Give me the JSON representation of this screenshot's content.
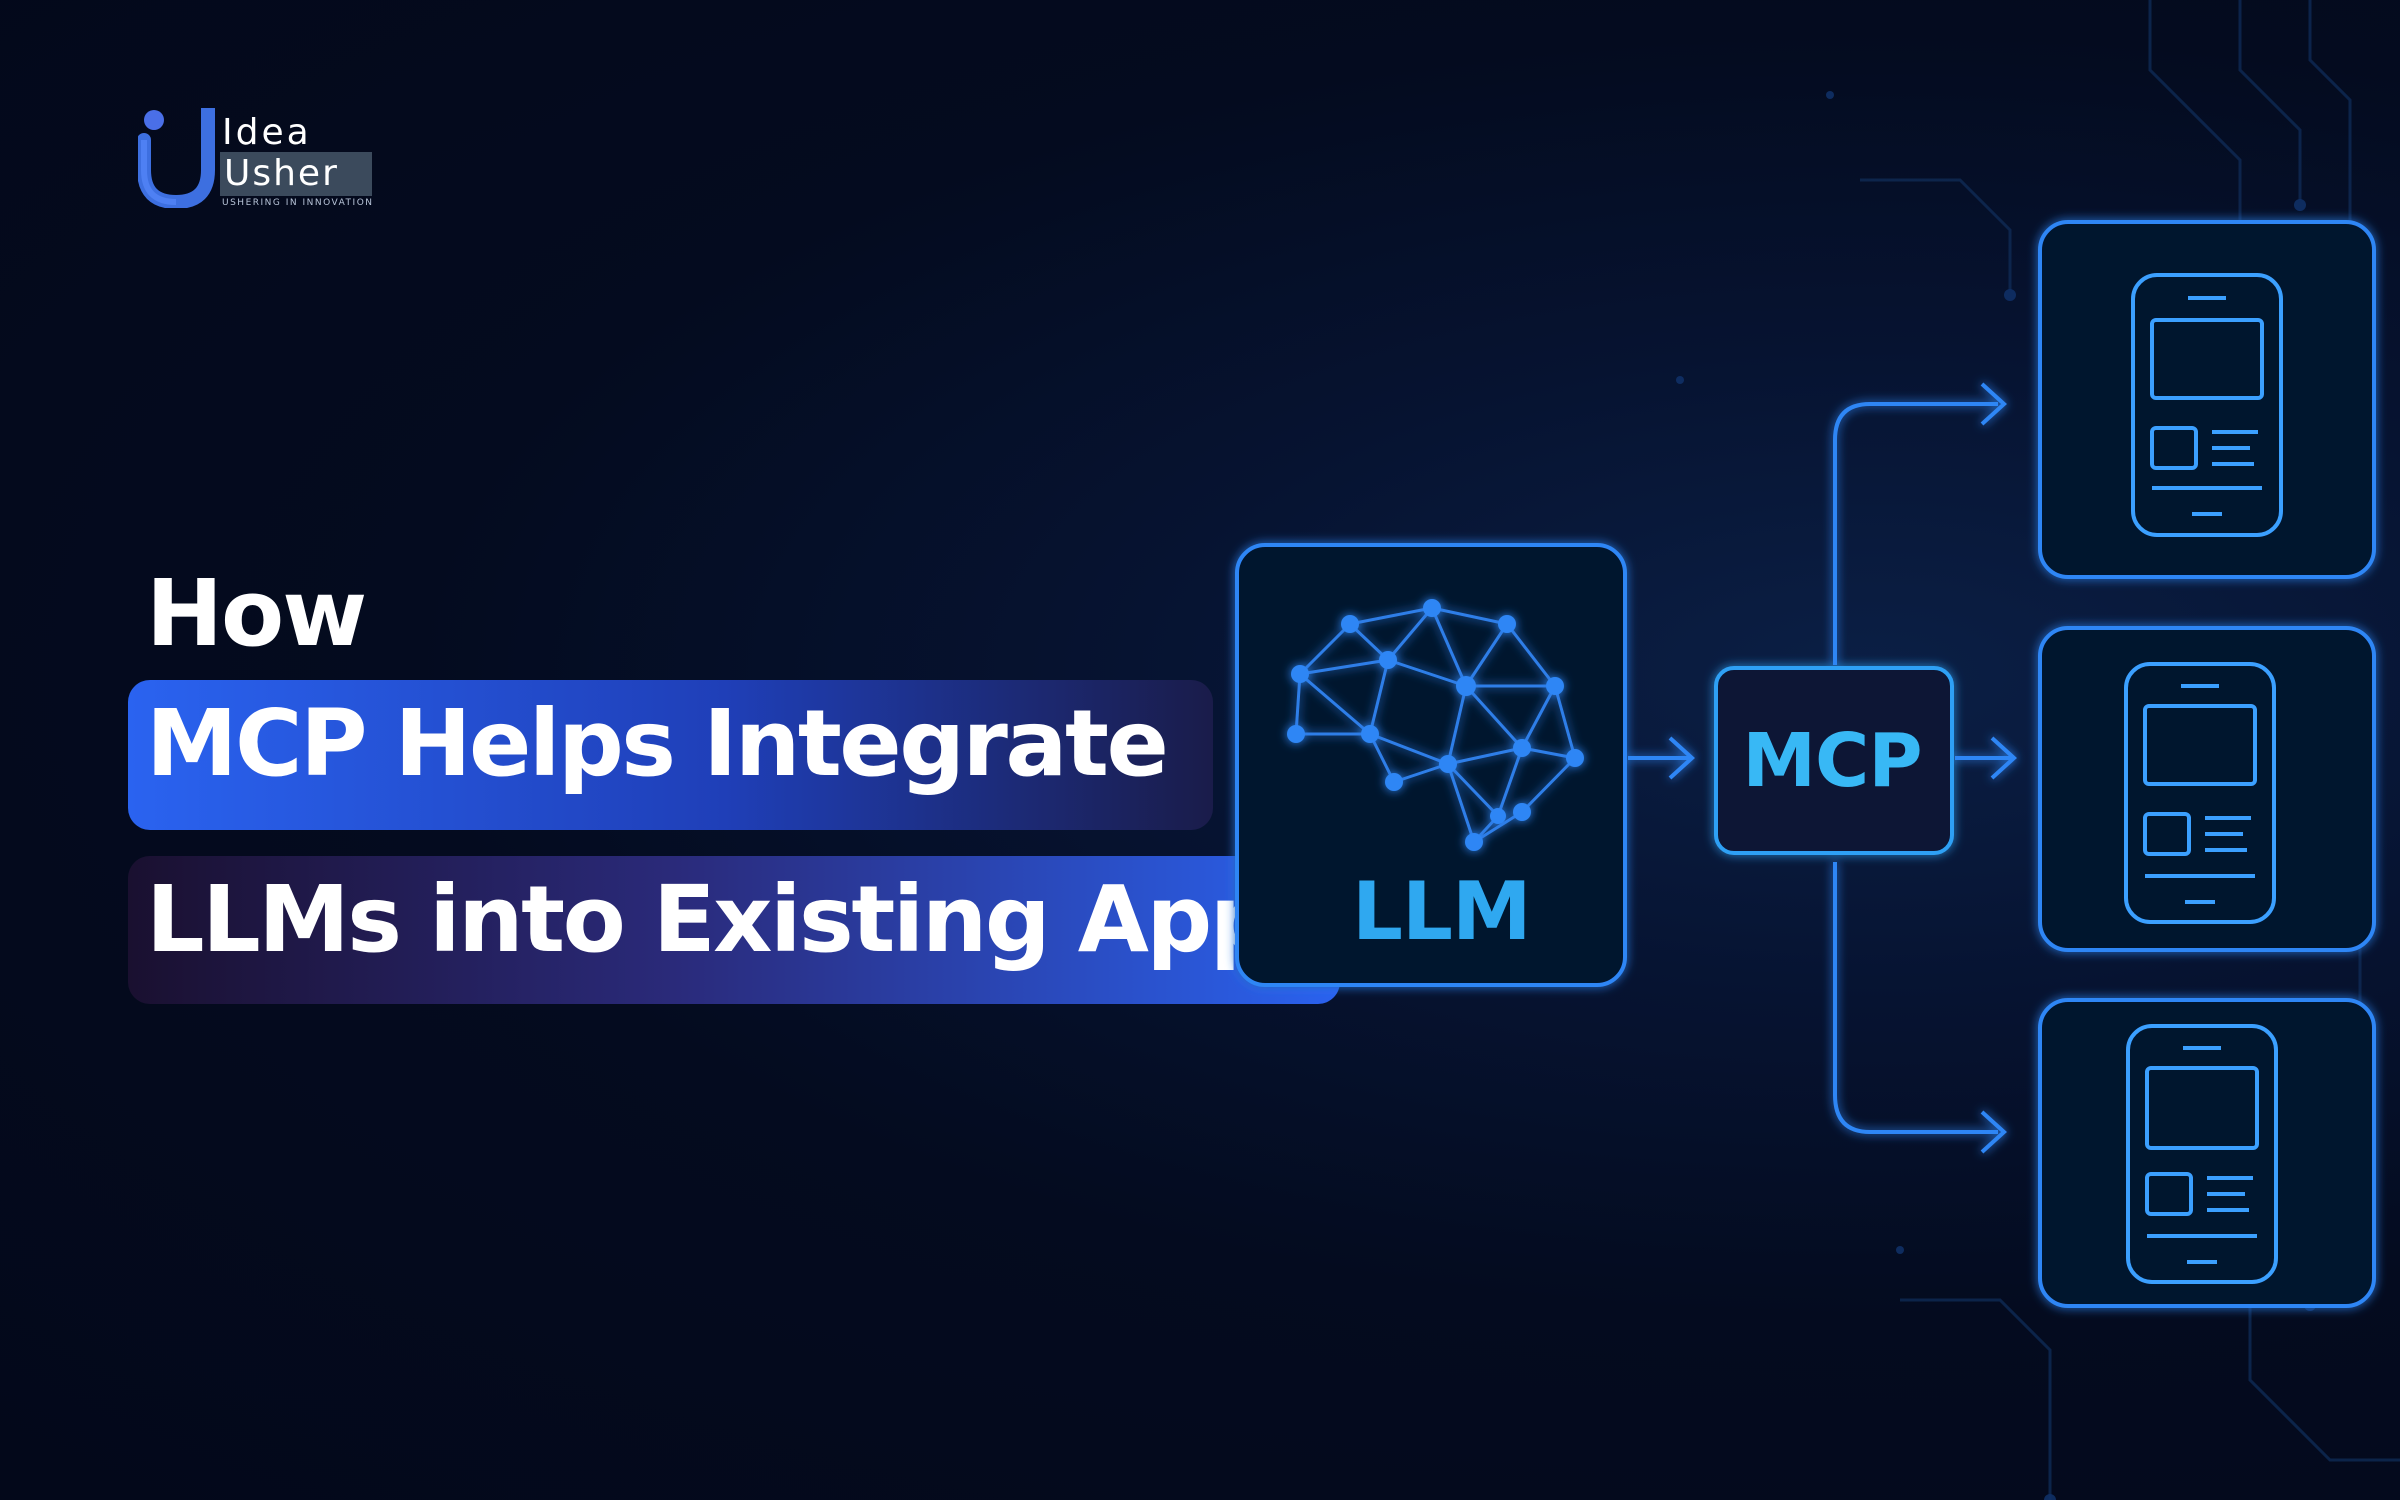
{
  "logo": {
    "line1": "Idea",
    "line2": "Usher",
    "tagline": "USHERING IN INNOVATION"
  },
  "headline": {
    "line1": "How",
    "line2": "MCP Helps Integrate",
    "line3": "LLMs into Existing Apps"
  },
  "diagram": {
    "llm_label": "LLM",
    "mcp_label": "MCP",
    "apps_count": 3
  },
  "colors": {
    "background": "#040b1f",
    "accent": "#2a63f0",
    "diagram_stroke": "#2f86f5",
    "label": "#2fa8f0"
  },
  "icons": [
    "brain-network-icon",
    "arrow-right-icon",
    "smartphone-icon"
  ]
}
